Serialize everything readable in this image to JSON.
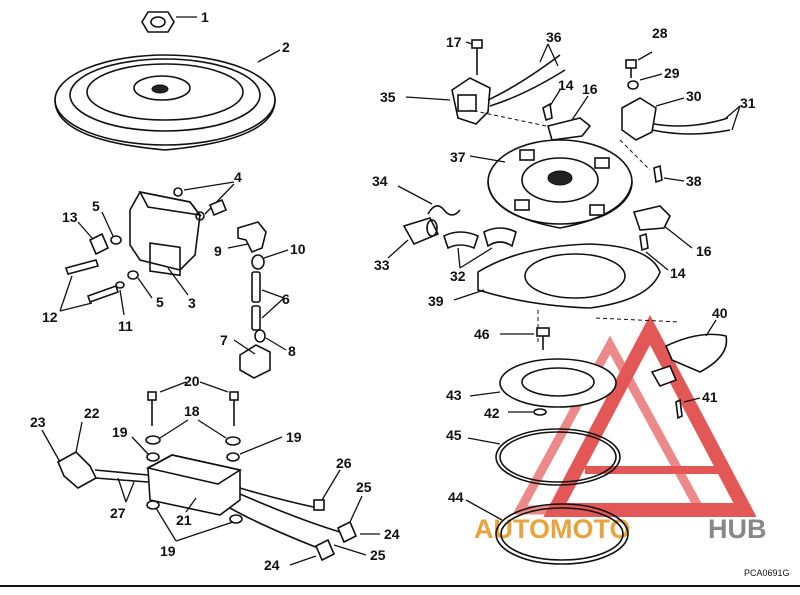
{
  "figure_code": "PCA0691G",
  "watermark": {
    "text_part1": "AUTOMOTO",
    "text_part2": "HUB",
    "color_main": "#e8a33c",
    "color_second": "#888888",
    "logo_color": "#e03a3a"
  },
  "callouts": {
    "c1": "1",
    "c2": "2",
    "c3": "3",
    "c4": "4",
    "c5a": "5",
    "c5b": "5",
    "c6": "6",
    "c7": "7",
    "c8": "8",
    "c9": "9",
    "c10": "10",
    "c11": "11",
    "c12": "12",
    "c13": "13",
    "c14a": "14",
    "c14b": "14",
    "c16a": "16",
    "c16b": "16",
    "c17": "17",
    "c18": "18",
    "c19a": "19",
    "c19b": "19",
    "c19c": "19",
    "c20": "20",
    "c21": "21",
    "c22": "22",
    "c23": "23",
    "c24a": "24",
    "c24b": "24",
    "c25a": "25",
    "c25b": "25",
    "c26": "26",
    "c27": "27",
    "c28": "28",
    "c29": "29",
    "c30": "30",
    "c31": "31",
    "c32": "32",
    "c33": "33",
    "c34": "34",
    "c35": "35",
    "c36": "36",
    "c37": "37",
    "c38": "38",
    "c39": "39",
    "c40": "40",
    "c41": "41",
    "c42": "42",
    "c43": "43",
    "c44": "44",
    "c45": "45",
    "c46": "46"
  }
}
